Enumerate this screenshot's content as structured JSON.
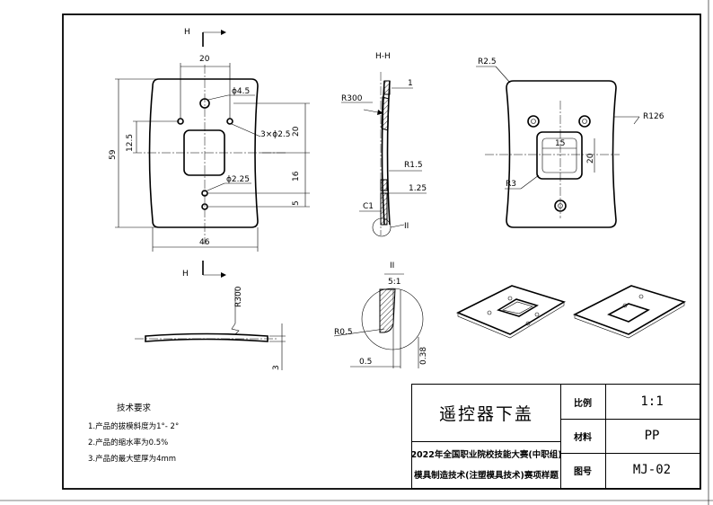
{
  "views": {
    "section_marker_letter": "H",
    "section_view_title": "H-H",
    "detail_marker": "II",
    "detail_scale": "5:1"
  },
  "dimensions": {
    "front": {
      "width_top": "20",
      "hole_dia": "ϕ4.5",
      "holes_3x": "3×ϕ2.5",
      "height_total": "59",
      "v_12_5": "12.5",
      "v_20": "20",
      "v_16": "16",
      "v_5": "5",
      "small_hole": "ϕ2.25",
      "width_bottom": "46"
    },
    "section": {
      "r300": "R300",
      "t1": "1",
      "r1_5": "R1.5",
      "t1_25": "1.25",
      "c1": "C1"
    },
    "detail": {
      "r0_5": "R0.5",
      "d0_5": "0.5",
      "d0_38": "0.38"
    },
    "back": {
      "r2_5": "R2.5",
      "r126": "R126",
      "w15": "15",
      "h20": "20",
      "r3": "R3"
    },
    "side": {
      "r300": "R300",
      "t3": "3"
    }
  },
  "notes": {
    "title": "技术要求",
    "items": [
      "1.产品的拔模斜度为1°- 2°",
      "2.产品的缩水率为0.5%",
      "3.产品的最大壁厚为4mm"
    ]
  },
  "title_block": {
    "part_name": "遥控器下盖",
    "competition_line1": "2022年全国职业院校技能大赛(中职组)",
    "competition_line2": "模具制造技术(注塑模具技术)赛项样题",
    "scale_label": "比例",
    "scale_value": "1:1",
    "material_label": "材料",
    "material_value": "PP",
    "drawing_no_label": "图号",
    "drawing_no_value": "MJ-02"
  }
}
